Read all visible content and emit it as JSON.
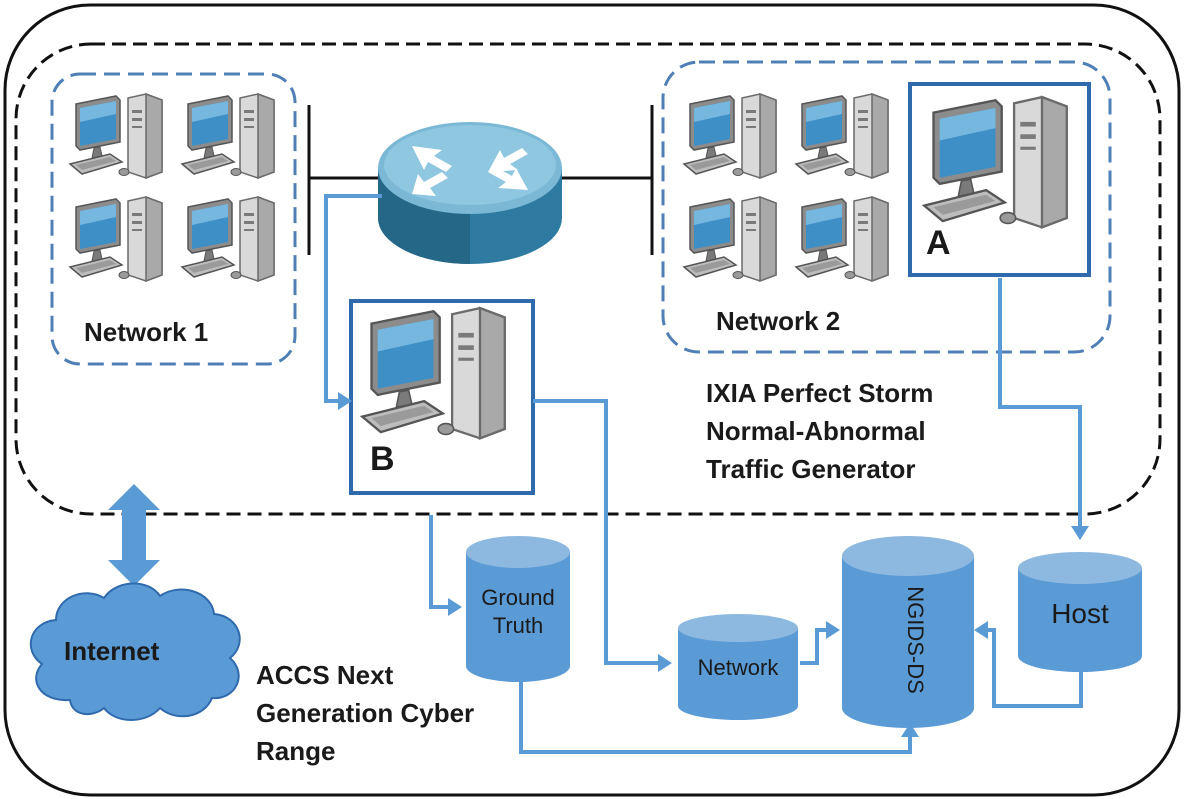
{
  "networks": {
    "network1": "Network 1",
    "network2": "Network 2"
  },
  "hosts": {
    "a": "A",
    "b": "B"
  },
  "generator": {
    "line1": "IXIA Perfect Storm",
    "line2": "Normal-Abnormal",
    "line3": "Traffic Generator"
  },
  "range": {
    "line1": "ACCS Next",
    "line2": "Generation Cyber",
    "line3": "Range"
  },
  "cloud": {
    "label": "Internet"
  },
  "databases": {
    "ground_truth_1": "Ground",
    "ground_truth_2": "Truth",
    "network": "Network",
    "ngids": "NGIDS-DS",
    "host": "Host"
  },
  "colors": {
    "dashed_blue": "#4f7fb4",
    "box_blue": "#2f6aad",
    "connector_blue": "#5b9bd5",
    "db_fill": "#5b9bd5",
    "db_top": "#8db8e0",
    "cloud_fill": "#5b9bd5",
    "router_top": "#7ab8d6",
    "router_body": "#2f7aa0"
  },
  "icons": {
    "workstation": "workstation-icon",
    "router": "router-icon",
    "cloud": "cloud-icon",
    "database": "database-icon"
  }
}
